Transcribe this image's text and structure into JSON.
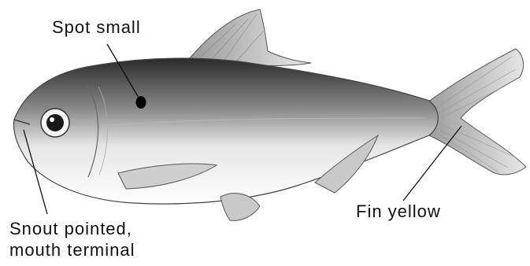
{
  "labels": {
    "spot": "Spot small",
    "fin": "Fin yellow",
    "snout_line1": "Snout pointed,",
    "snout_line2": "mouth terminal"
  },
  "colors": {
    "ink": "#111111",
    "background": "#ffffff"
  }
}
